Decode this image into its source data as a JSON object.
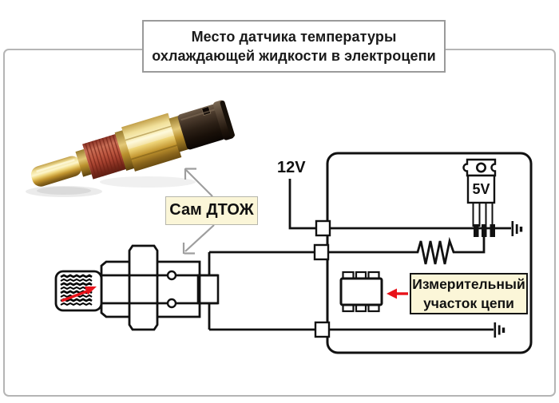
{
  "frame": {
    "border_color": "#b5b5b5",
    "background": "#ffffff"
  },
  "title": {
    "lines": [
      "Место датчика температуры",
      "охлаждающей жидкости в электроцепи"
    ]
  },
  "callouts": {
    "sensor_label": "Сам ДТОЖ",
    "measurement_lines": [
      "Измерительный",
      "участок цепи"
    ],
    "background": "#fbf6d8"
  },
  "circuit": {
    "supply_voltage_label": "12V",
    "regulator_label": "5V",
    "wire_color": "#111111",
    "accent_red": "#e8121a",
    "callout_arrow_gray": "#9e9e9e"
  }
}
